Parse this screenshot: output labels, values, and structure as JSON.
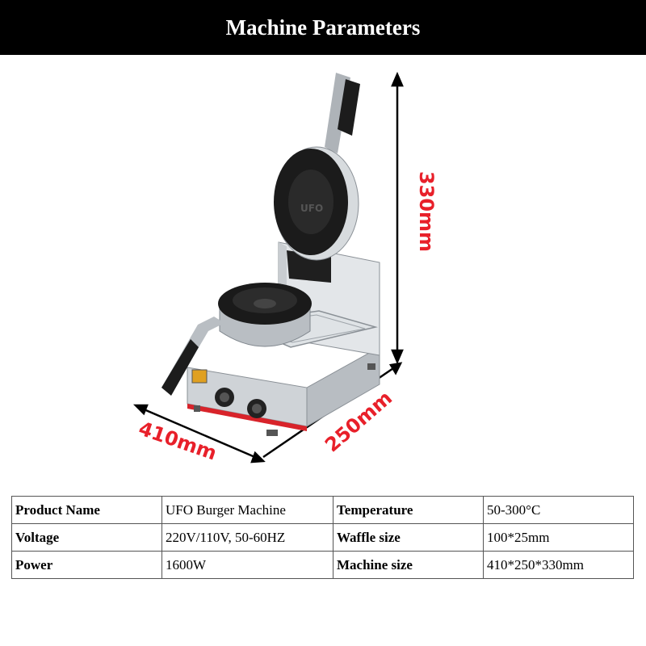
{
  "header": {
    "title": "Machine Parameters"
  },
  "dimensions": {
    "height": "330mm",
    "width": "410mm",
    "depth": "250mm"
  },
  "product_image": {
    "subject": "UFO burger machine",
    "mold_text": "UFO"
  },
  "specs": {
    "rows": [
      [
        {
          "label": "Product Name",
          "value": "UFO Burger Machine"
        },
        {
          "label": "Temperature",
          "value": "50-300°C"
        }
      ],
      [
        {
          "label": "Voltage",
          "value": "220V/110V, 50-60HZ"
        },
        {
          "label": "Waffle size",
          "value": "100*25mm"
        }
      ],
      [
        {
          "label": "Power",
          "value": "1600W"
        },
        {
          "label": "Machine size",
          "value": "410*250*330mm"
        }
      ]
    ]
  }
}
